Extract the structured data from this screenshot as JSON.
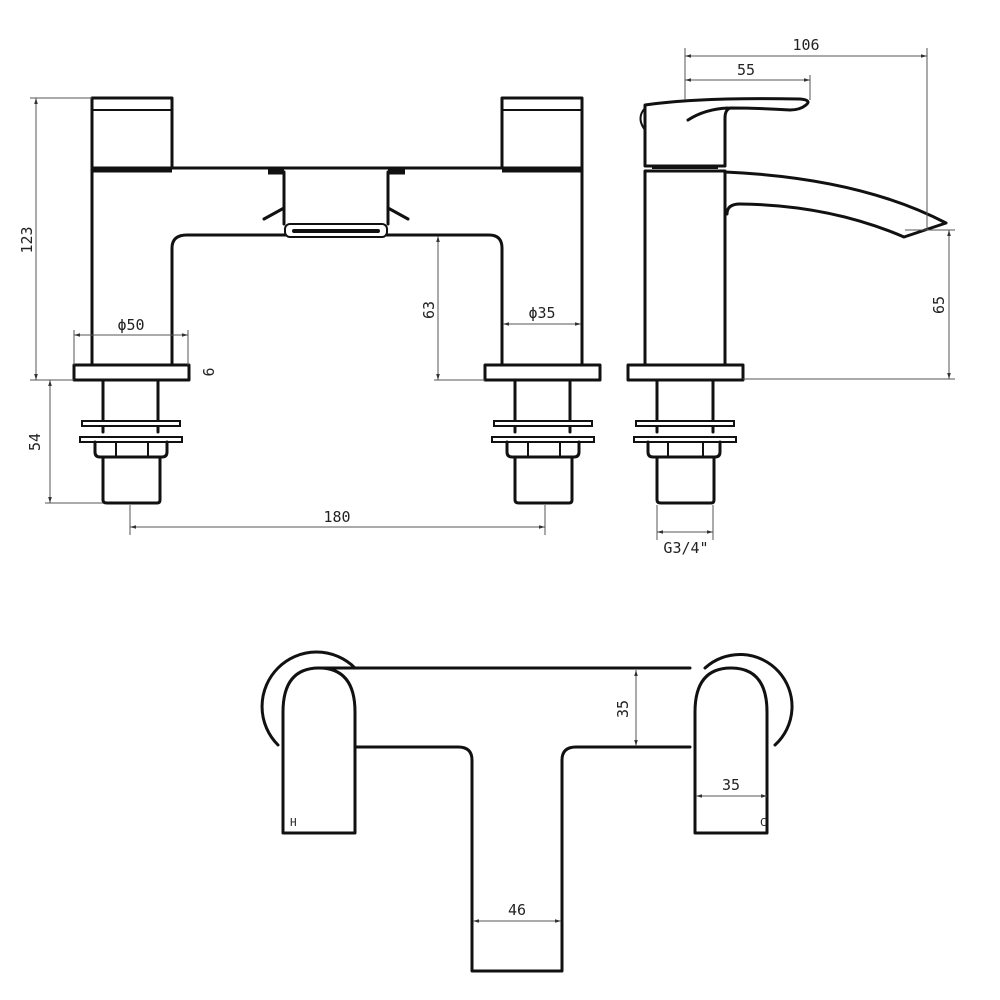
{
  "drawing": {
    "subject": "Bath filler tap technical drawing",
    "views": {
      "front": {
        "dimensions": {
          "overall_height": "123",
          "body_diameter": "ϕ50",
          "body_diameter_right": "ϕ35",
          "spout_clearance": "63",
          "base_thickness": "6",
          "tail_length": "54",
          "centres": "180"
        }
      },
      "side": {
        "dimensions": {
          "total_projection": "106",
          "handle_reach": "55",
          "spout_height": "65",
          "thread": "G3/4\""
        }
      },
      "plan": {
        "dimensions": {
          "bridge_depth": "35",
          "handle_width": "35",
          "spout_width": "46"
        },
        "labels": {
          "hot": "H",
          "cold": "C"
        }
      }
    },
    "colors": {
      "line": "#111111",
      "dimension_line": "#555555",
      "background": "#ffffff"
    }
  }
}
